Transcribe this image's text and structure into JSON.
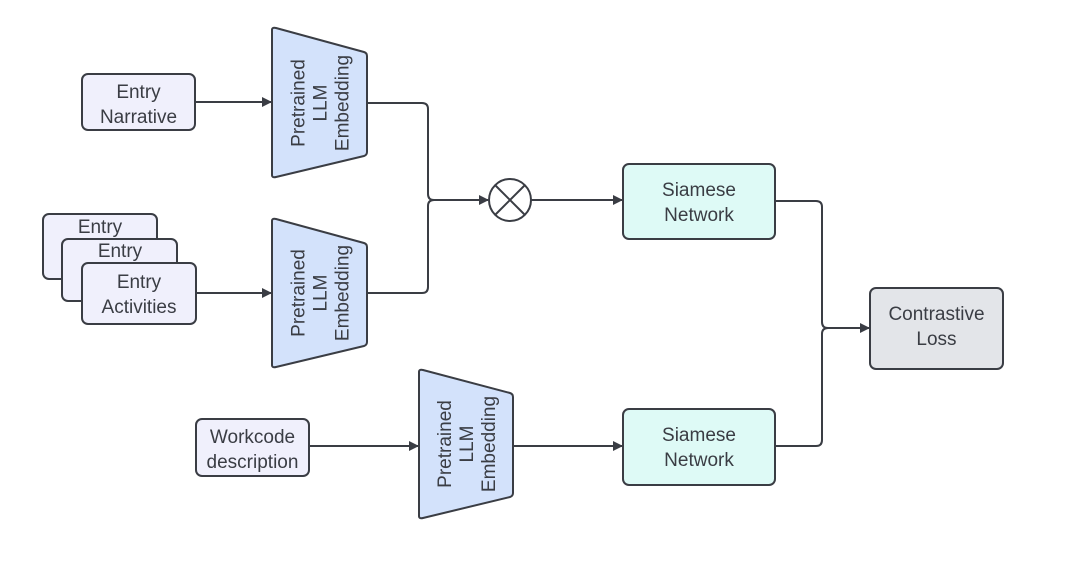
{
  "nodes": {
    "entry_narrative": [
      "Entry",
      "Narrative"
    ],
    "entry_activities": [
      "Entry",
      "Activities"
    ],
    "entry_activities_stack_back": "Entry",
    "entry_activities_stack_mid": "Entry",
    "workcode_description": [
      "Workcode",
      "description"
    ],
    "embedding_1": [
      "Pretrained",
      "LLM",
      "Embedding"
    ],
    "embedding_2": [
      "Pretrained",
      "LLM",
      "Embedding"
    ],
    "embedding_3": [
      "Pretrained",
      "LLM",
      "Embedding"
    ],
    "siamese_1": [
      "Siamese",
      "Network"
    ],
    "siamese_2": [
      "Siamese",
      "Network"
    ],
    "contrastive_loss": [
      "Contrastive",
      "Loss"
    ]
  },
  "operator": "multiply-circle-x",
  "colors": {
    "input_fill": "#f0f0fc",
    "embedding_fill": "#d3e2fb",
    "siamese_fill": "#defaf6",
    "loss_fill": "#e3e5e9",
    "stroke": "#3a3d44"
  }
}
